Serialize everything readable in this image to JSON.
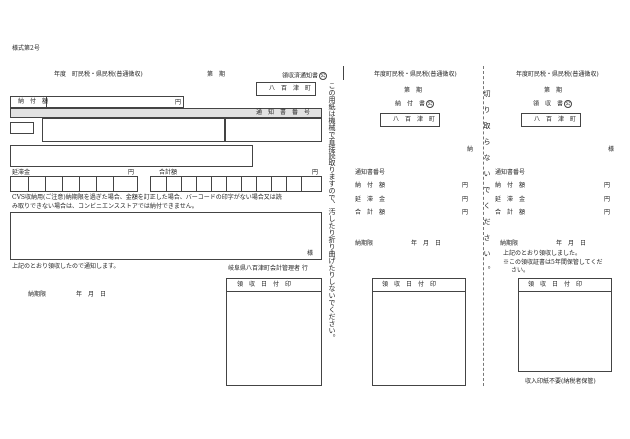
{
  "form_number": "様式第2号",
  "main": {
    "title": "年度　町民税・県民税(普通徴収)",
    "period": "第　期",
    "notice_title": "領収済通知書",
    "town": "八　百　津　町",
    "payment_amount_label": "納　付　額",
    "yen": "円",
    "notification_number_label": "通　知　書　番　号",
    "late_fee_label": "延滞金",
    "total_label": "合計額",
    "cvs_notice_line1": "CVS収納用(ご注意)納期限を過ぎた場合、金額を訂正した場合、バーコードの印字がない場合又は読",
    "cvs_notice_line2": "み取りできない場合は、コンビニエンスストアでは納付できません。",
    "sama": "様",
    "received_notice": "上記のとおり領収したので通知します。",
    "treasurer": "岐阜県八百津町会計管理者 行",
    "deadline_label": "納期限",
    "date_label": "年　月　日",
    "stamp_header": "領　収　日　付　印"
  },
  "vertical_warning": "この用紙は機械で直接読取りますので、汚したり折り曲げたりしないでください。",
  "cut_warning": "切り取らないでください。",
  "payment_slip": {
    "title": "年度町民税・県民税(普通徴収)",
    "period": "第　期",
    "name": "納　付　書",
    "town": "八　百　津　町",
    "nou": "納",
    "notification_number_label": "通知書番号",
    "payment_amount_label": "納　付　額",
    "late_fee_label": "延　滞　金",
    "total_label": "合　計　額",
    "yen": "円",
    "deadline_label": "納期限",
    "date_label": "年　月　日",
    "stamp_header": "領　収　日　付　印"
  },
  "receipt": {
    "title": "年度町民税・県民税(普通徴収)",
    "period": "第　期",
    "name": "領　収　書",
    "town": "八　百　津　町",
    "sama": "様",
    "notification_number_label": "通知書番号",
    "payment_amount_label": "納　付　額",
    "late_fee_label": "延　滞　金",
    "total_label": "合　計　額",
    "yen": "円",
    "deadline_label": "納期限",
    "date_label": "年　月　日",
    "received_line1": "上記のとおり領収しました。",
    "received_line2": "※この領収証書は5年間保管してくだ",
    "received_line3": "さい。",
    "stamp_header": "領　収　日　付　印",
    "stamp_note": "収入印紙不要(納税者保管)"
  }
}
